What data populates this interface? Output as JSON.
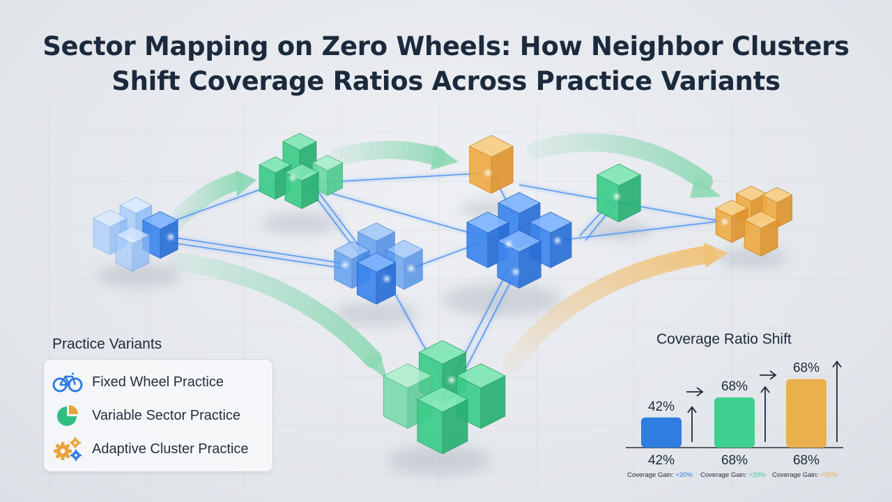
{
  "title_lines": [
    "Sector Mapping on Zero Wheels: How Neighbor Clusters",
    "Shift Coverage Ratios Across Practice Variants"
  ],
  "legend": {
    "title": "Practice Variants",
    "items": [
      {
        "label": "Fixed Wheel Practice",
        "icon": "bicycle-wheel-icon",
        "color": "#2f7de1"
      },
      {
        "label": "Variable Sector Practice",
        "icon": "pie-sector-icon",
        "color": "#2fbf7f"
      },
      {
        "label": "Adaptive Cluster Practice",
        "icon": "gears-icon",
        "color": "#e8a43a"
      }
    ]
  },
  "colors": {
    "blue": "#2f7de1",
    "green": "#2fbf7f",
    "orange": "#e8a43a",
    "link": "#4b8ff0",
    "flow_green": "#8fd9b6",
    "flow_orange": "#f0c27a"
  },
  "chart_data": {
    "type": "bar",
    "title": "Coverage Ratio Shift",
    "categories": [
      "Fixed Wheel Practice",
      "Variable Sector Practice",
      "Adaptive Cluster Practice"
    ],
    "values": [
      42,
      68,
      68
    ],
    "top_labels": [
      "42%",
      "68%",
      "68%"
    ],
    "bottom_labels": [
      "42%",
      "68%",
      "68%"
    ],
    "gain_prefix": "Coverage Gain:",
    "gain_values": [
      "+20%",
      "+20%",
      "+26%"
    ],
    "colors": [
      "#2f7de1",
      "#3ed08f",
      "#eab04e"
    ]
  }
}
